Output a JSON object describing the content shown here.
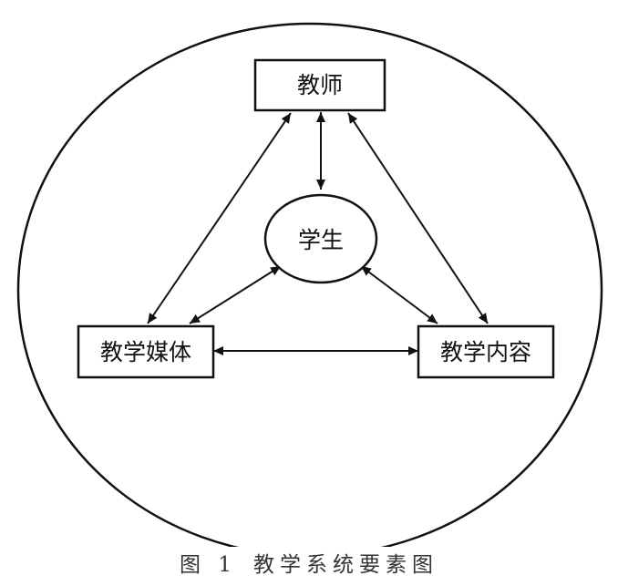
{
  "nodes": {
    "teacher": "教师",
    "student": "学生",
    "media": "教学媒体",
    "content": "教学内容"
  },
  "caption": {
    "figure_number": "图 1",
    "title": "教学系统要素图"
  },
  "colors": {
    "stroke": "#111111",
    "background": "#ffffff"
  }
}
